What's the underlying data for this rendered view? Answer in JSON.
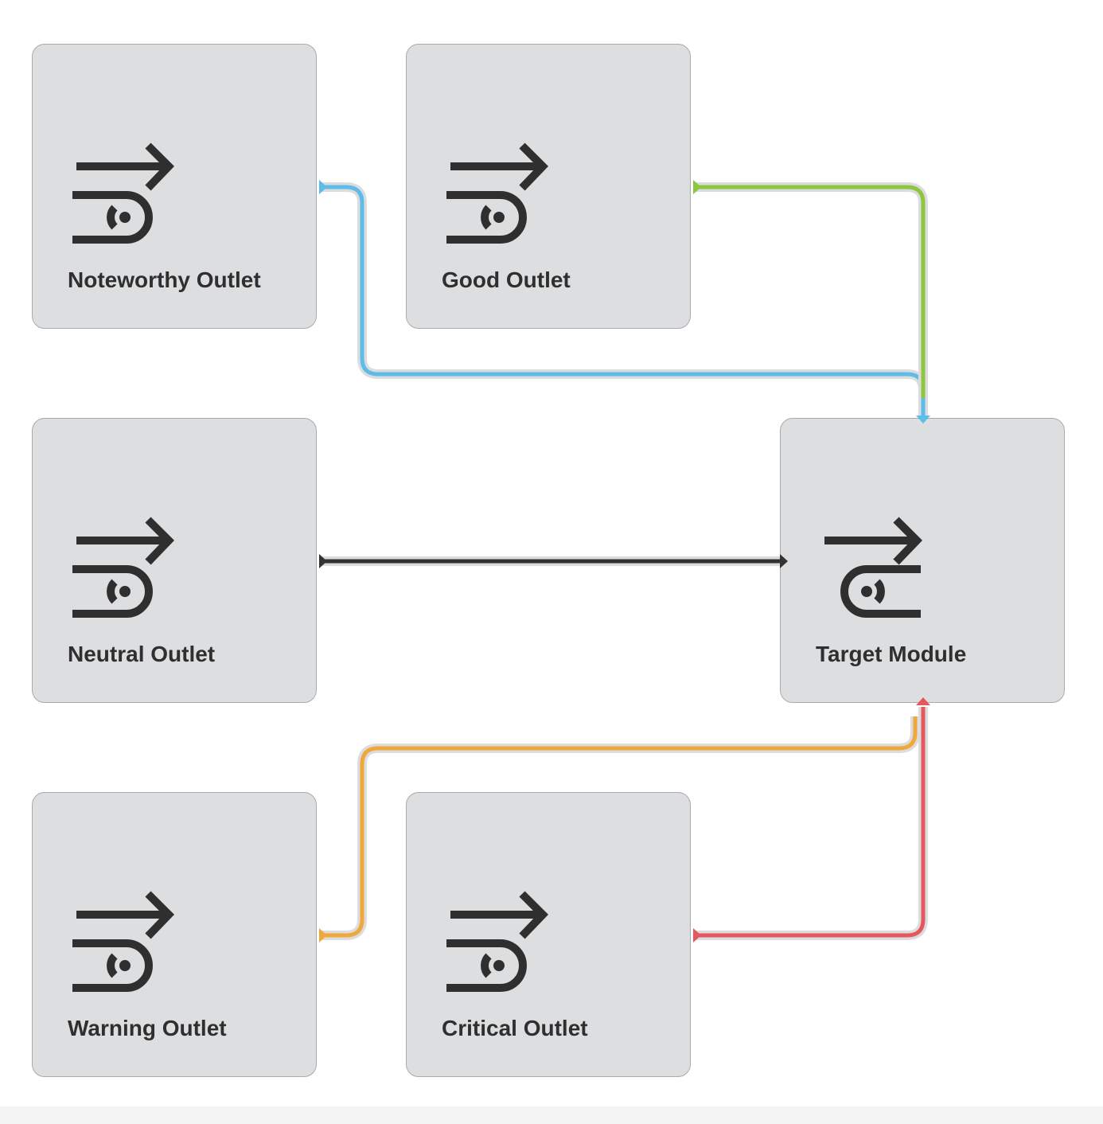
{
  "nodes": [
    {
      "id": "noteworthy",
      "label": "Noteworthy Outlet",
      "icon": "outlet-icon"
    },
    {
      "id": "good",
      "label": "Good Outlet",
      "icon": "outlet-icon"
    },
    {
      "id": "neutral",
      "label": "Neutral Outlet",
      "icon": "outlet-icon"
    },
    {
      "id": "target",
      "label": "Target Module",
      "icon": "module-icon"
    },
    {
      "id": "warning",
      "label": "Warning Outlet",
      "icon": "outlet-icon"
    },
    {
      "id": "critical",
      "label": "Critical Outlet",
      "icon": "outlet-icon"
    }
  ],
  "edges": [
    {
      "from": "noteworthy",
      "to": "target",
      "color": "#5bbde8"
    },
    {
      "from": "good",
      "to": "target",
      "color": "#8dc63f"
    },
    {
      "from": "neutral",
      "to": "target",
      "color": "#333333"
    },
    {
      "from": "warning",
      "to": "target",
      "color": "#f0a83a"
    },
    {
      "from": "critical",
      "to": "target",
      "color": "#e5575f"
    }
  ]
}
